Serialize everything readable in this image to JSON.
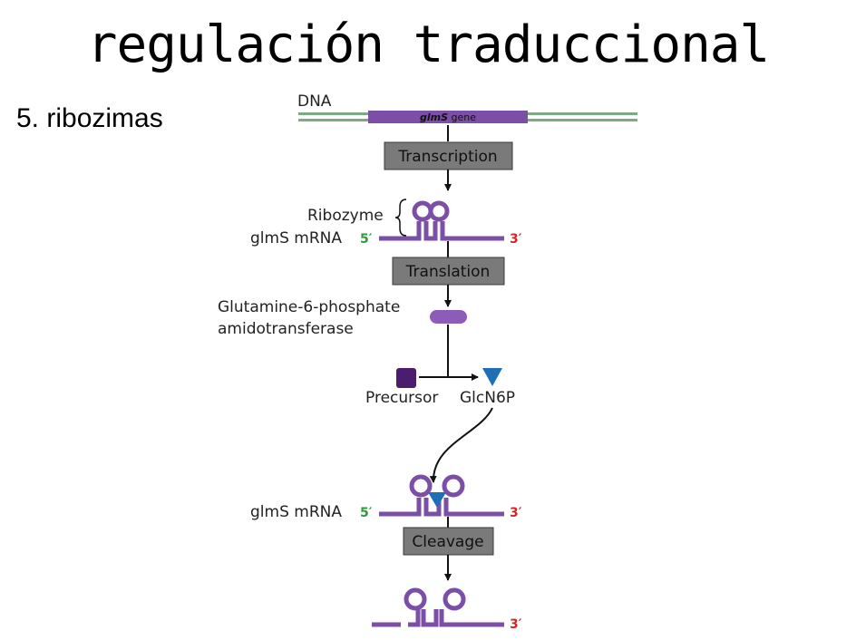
{
  "slide": {
    "title": "regulación traduccional",
    "subtitle": "5. ribozimas"
  },
  "diagram": {
    "dna_label": "DNA",
    "gene_italic": "glmS",
    "gene_suffix": " gene",
    "steps": {
      "transcription": "Transcription",
      "translation": "Translation",
      "cleavage": "Cleavage"
    },
    "ribozyme_label": "Ribozyme",
    "mrna_label_1": "glmS mRNA",
    "mrna_label_2": "glmS mRNA",
    "prime5": "5′",
    "prime3": "3′",
    "enzyme_line1": "Glutamine-6-phosphate",
    "enzyme_line2": "amidotransferase",
    "precursor_label": "Precursor",
    "product_label": "GlcN6P"
  },
  "colors": {
    "dna_flank": "#7fa885",
    "gene": "#7b4fa6",
    "rna": "#7b4fa6",
    "enzyme": "#8c5cb8",
    "precursor": "#4c1d6e",
    "product": "#1e6fb5",
    "step_box": "#7a7a7a",
    "five_prime": "#2e9a3a",
    "three_prime": "#d32626"
  }
}
